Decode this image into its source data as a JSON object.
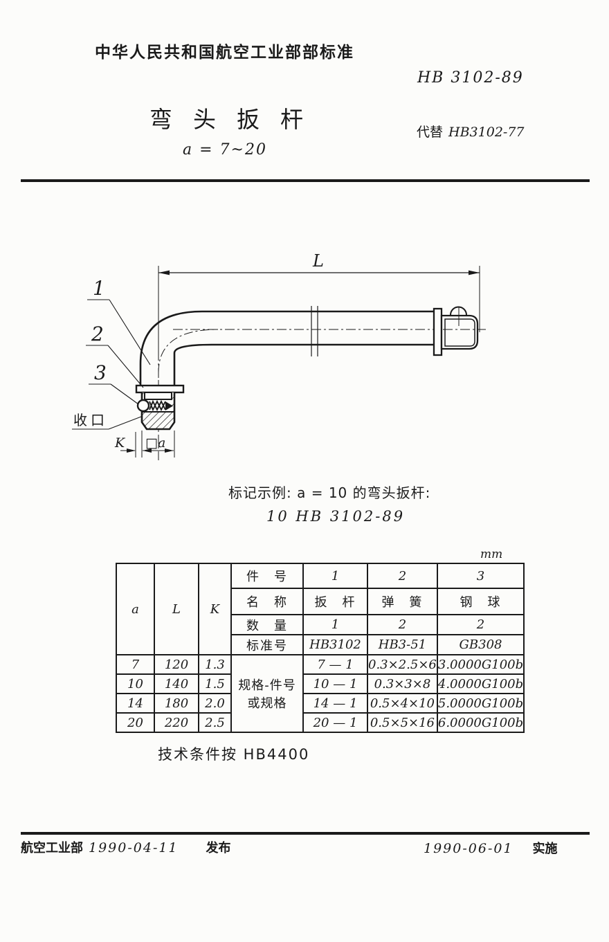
{
  "header": {
    "org_standard": "中华人民共和国航空工业部部标准",
    "std_no": "HB 3102-89",
    "title": "弯头扳杆",
    "replaces_label": "代替",
    "replaces_no": "HB3102-77",
    "range": "a = 7~20"
  },
  "drawing": {
    "dim_L": "L",
    "dim_K": "K",
    "dim_a": "□a",
    "label_1": "1",
    "label_2": "2",
    "label_3": "3",
    "label_crimp": "收口"
  },
  "example": {
    "line1": "标记示例:  a = 10 的弯头扳杆:",
    "line2": "10  HB 3102-89"
  },
  "table": {
    "unit": "mm",
    "col_a": "a",
    "col_L": "L",
    "col_K": "K",
    "header_rows": [
      {
        "label": "件　号",
        "c1": "1",
        "c2": "2",
        "c3": "3"
      },
      {
        "label": "名　称",
        "c1": "扳　杆",
        "c2": "弹　簧",
        "c3": "钢　球"
      },
      {
        "label": "数　量",
        "c1": "1",
        "c2": "2",
        "c3": "2"
      },
      {
        "label": "标准号",
        "c1": "HB3102",
        "c2": "HB3-51",
        "c3": "GB308"
      }
    ],
    "spec_label_line1": "规格-件号",
    "spec_label_line2": "或规格",
    "rows": [
      {
        "a": "7",
        "L": "120",
        "K": "1.3",
        "spec": "7 — 1",
        "spring": "0.3×2.5×6",
        "ball": "3.0000G100b"
      },
      {
        "a": "10",
        "L": "140",
        "K": "1.5",
        "spec": "10 — 1",
        "spring": "0.3×3×8",
        "ball": "4.0000G100b"
      },
      {
        "a": "14",
        "L": "180",
        "K": "2.0",
        "spec": "14 — 1",
        "spring": "0.5×4×10",
        "ball": "5.0000G100b"
      },
      {
        "a": "20",
        "L": "220",
        "K": "2.5",
        "spec": "20 — 1",
        "spring": "0.5×5×16",
        "ball": "6.0000G100b"
      }
    ]
  },
  "note": "技术条件按 HB4400",
  "footer": {
    "issuer": "航空工业部",
    "issue_date": "1990-04-11",
    "issue_label": "发布",
    "impl_date": "1990-06-01",
    "impl_label": "实施"
  }
}
